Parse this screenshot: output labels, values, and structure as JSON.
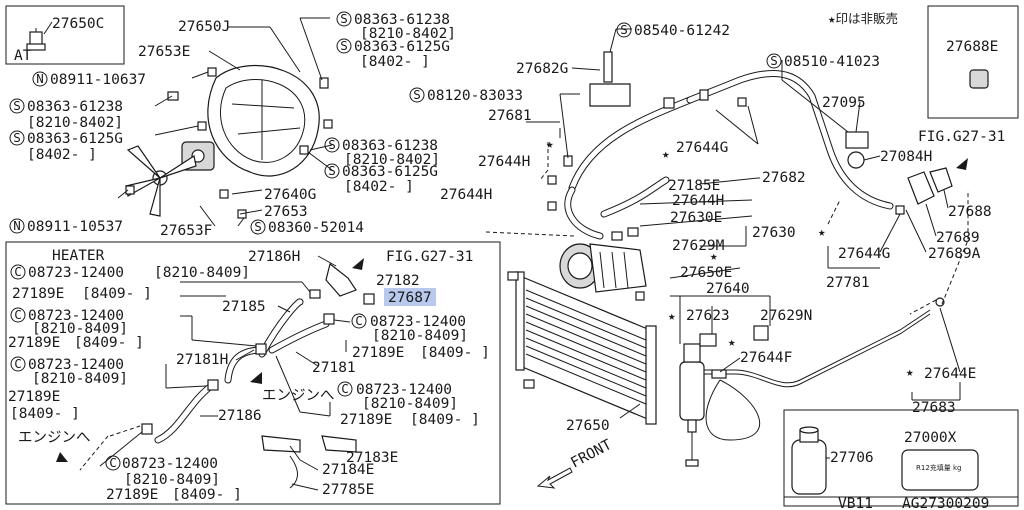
{
  "labels": {
    "p27650c": "27650C",
    "at": "AT",
    "p27650j": "27650J",
    "p27653e": "27653E",
    "n08911_10637": "08911-10637",
    "s08363_61238_a": "08363-61238",
    "r8210_8402_a": "[8210-8402]",
    "s08363_6125g_a": "08363-6125G",
    "r8402_a": "[8402-    ]",
    "s08363_61238_b": "08363-61238",
    "r8210_8402_b": "[8210-8402]",
    "s08363_6125g_b": "08363-6125G",
    "r8402_b": "[8402-    ]",
    "s08363_61238_c": "08363-61238",
    "r8210_8402_c": "[8210-8402]",
    "s08363_6125g_c": "08363-6125G",
    "r8402_c": "[8402-    ]",
    "p27640g": "27640G",
    "p27653": "27653",
    "p27653f": "27653F",
    "s08360_52014": "08360-52014",
    "n08911_10537": "08911-10537",
    "s08540_61242": "08540-61242",
    "p27682g": "27682G",
    "s08120_83033": "08120-83033",
    "p27681": "27681",
    "p27644h_a": "27644H",
    "p27644h_b": "27644H",
    "p27644h_c": "27644H",
    "p27644g_a": "27644G",
    "p27185e": "27185E",
    "p27682": "27682",
    "p27630e": "27630E",
    "p27630": "27630",
    "p27629m": "27629M",
    "p27650e": "27650E",
    "p27640": "27640",
    "p27623": "27623",
    "p27629n": "27629N",
    "p27644f": "27644F",
    "p27650": "27650",
    "front": "FRONT",
    "not_sold": "★印は非販売",
    "p27688e": "27688E",
    "s08510_41023": "08510-41023",
    "p27095": "27095",
    "fig_g27_31_a": "FIG.G27-31",
    "p27084h": "27084H",
    "p27688": "27688",
    "p27689": "27689",
    "p27689a": "27689A",
    "p27644g_b": "27644G",
    "p27781": "27781",
    "p27644e": "27644E",
    "p27683": "27683",
    "heater": "HEATER",
    "p27186h": "27186H",
    "fig_g27_31_b": "FIG.G27-31",
    "c08723_12400_a": "08723-12400",
    "r8210_8409_a": "[8210-8409]",
    "p27189e_a": "27189E",
    "r8409_a": "[8409-    ]",
    "p27182": "27182",
    "p27185": "27185",
    "p27687": "27687",
    "c08723_12400_b": "08723-12400",
    "r8210_8409_b": "[8210-8409]",
    "p27189e_b": "27189E",
    "r8409_b": "[8409-    ]",
    "c08723_12400_c": "08723-12400",
    "r8210_8409_c": "[8210-8409]",
    "p27189e_c": "27189E",
    "r8409_c": "[8409-    ]",
    "p27181h": "27181H",
    "p27181": "27181",
    "engine_a": "エンジンへ",
    "c08723_12400_d": "08723-12400",
    "r8210_8409_d": "[8210-8409]",
    "p27189e_d": "27189E",
    "r8409_d": "[8409-    ]",
    "c08723_12400_e": "08723-12400",
    "r8210_8409_e": "[8210-8409]",
    "p27189e_e": "27189E",
    "r8409_e": "[8409-    ]",
    "p27186": "27186",
    "engine_b": "エンジンへ",
    "c08723_12400_f": "08723-12400",
    "r8210_8409_f": "[8210-8409]",
    "p27189e_f": "27189E",
    "r8409_f": "[8409-    ]",
    "p27183e": "27183E",
    "p27184e": "27184E",
    "p27785e": "27785E",
    "p27706": "27706",
    "p27000x": "27000X",
    "can_label": "R12充填量 kg",
    "vb11": "VB11",
    "ag_code": "AG27300209"
  },
  "symbols": {
    "s": "S",
    "n": "N",
    "c": "C",
    "star": "★"
  },
  "colors": {
    "ink": "#1a1a1a",
    "highlight": "#b9c9ee"
  }
}
